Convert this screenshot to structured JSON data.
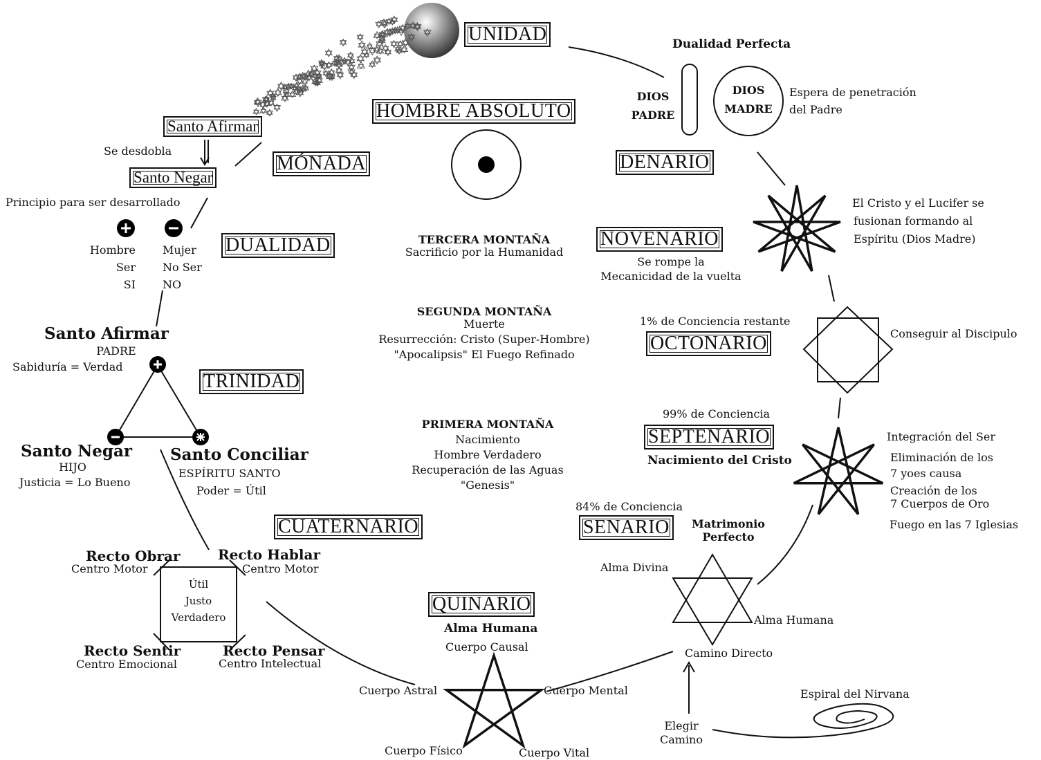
{
  "levels": {
    "unidad": "UNIDAD",
    "hombre_absoluto": "HOMBRE ABSOLUTO",
    "monada": "MÓNADA",
    "dualidad": "DUALIDAD",
    "trinidad": "TRINIDAD",
    "cuaternario": "CUATERNARIO",
    "quinario": "QUINARIO",
    "senario": "SENARIO",
    "septenario": "SEPTENARIO",
    "octonario": "OCTONARIO",
    "novenario": "NOVENARIO",
    "denario": "DENARIO"
  },
  "monada": {
    "santo_afirmar": "Santo Afirmar",
    "se_desdobla": "Se desdobla",
    "santo_negar": "Santo Negar",
    "principio": "Principio para ser desarrollado"
  },
  "dualidad": {
    "left": [
      "Hombre",
      "Ser",
      "SI"
    ],
    "right": [
      "Mujer",
      "No Ser",
      "NO"
    ]
  },
  "trinidad": {
    "afirmar_title": "Santo Afirmar",
    "afirmar_sub": "PADRE",
    "afirmar_desc": "Sabiduría = Verdad",
    "negar_title": "Santo Negar",
    "negar_sub": "HIJO",
    "negar_desc": "Justicia = Lo Bueno",
    "conciliar_title": "Santo Conciliar",
    "conciliar_sub": "ESPÍRITU SANTO",
    "conciliar_desc": "Poder = Útil"
  },
  "cuaternario": {
    "obrar_title": "Recto Obrar",
    "obrar_sub": "Centro Motor",
    "hablar_title": "Recto Hablar",
    "hablar_sub": "Centro Motor",
    "sentir_title": "Recto Sentir",
    "sentir_sub": "Centro Emocional",
    "pensar_title": "Recto Pensar",
    "pensar_sub": "Centro Intelectual",
    "inner": [
      "Útil",
      "Justo",
      "Verdadero"
    ]
  },
  "quinario": {
    "alma": "Alma Humana",
    "causal": "Cuerpo Causal",
    "astral": "Cuerpo Astral",
    "mental": "Cuerpo Mental",
    "fisico": "Cuerpo Físico",
    "vital": "Cuerpo Vital"
  },
  "montanas": {
    "tercera_title": "TERCERA MONTAÑA",
    "tercera_lines": [
      "Sacrificio por la Humanidad"
    ],
    "segunda_title": "SEGUNDA MONTAÑA",
    "segunda_lines": [
      "Muerte",
      "Resurrección: Cristo (Super-Hombre)",
      "\"Apocalipsis\" El Fuego Refinado"
    ],
    "primera_title": "PRIMERA MONTAÑA",
    "primera_lines": [
      "Nacimiento",
      "Hombre Verdadero",
      "Recuperación de las Aguas",
      "\"Genesis\""
    ]
  },
  "senario": {
    "conciencia": "84% de Conciencia",
    "matrimonio": [
      "Matrimonio",
      "Perfecto"
    ],
    "alma_divina": "Alma Divina",
    "alma_humana": "Alma Humana",
    "camino_directo": "Camino Directo",
    "elegir": [
      "Elegir",
      "Camino"
    ],
    "espiral": "Espiral del Nirvana"
  },
  "septenario": {
    "conciencia": "99% de Conciencia",
    "nacimiento": "Nacimiento del Cristo",
    "notes": [
      "Integración del Ser",
      "Eliminación de los",
      "7 yoes  causa",
      "Creación de los",
      "7 Cuerpos  de Oro",
      "Fuego en las 7 Iglesias"
    ]
  },
  "octonario": {
    "conciencia": "1% de Conciencia restante",
    "note": "Conseguir al Discipulo"
  },
  "novenario": {
    "sub": [
      "Se rompe la",
      "Mecanicidad de la vuelta"
    ],
    "note": [
      "El Cristo y el Lucifer se",
      "fusionan formando al",
      "Espíritu  (Dios Madre)"
    ]
  },
  "denario": {
    "dualidad_perfecta": "Dualidad Perfecta",
    "dios_padre": [
      "DIOS",
      "PADRE"
    ],
    "dios_madre": [
      "DIOS",
      "MADRE"
    ],
    "espera": [
      "Espera de penetración",
      "del Padre"
    ]
  }
}
